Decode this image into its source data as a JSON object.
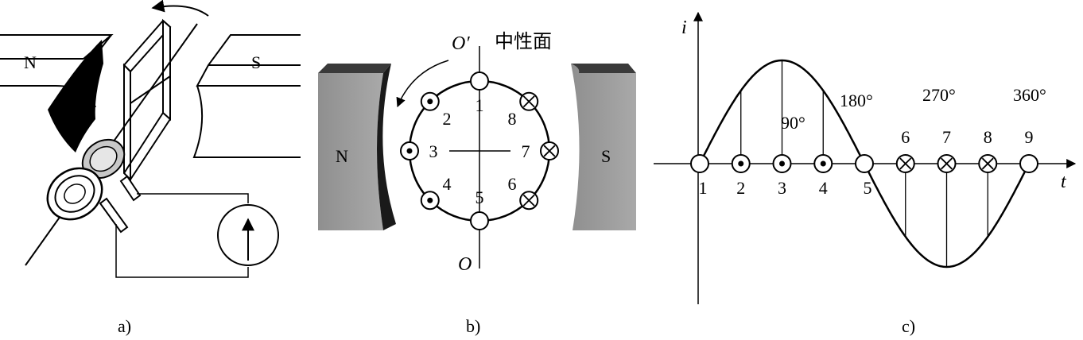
{
  "panel_a": {
    "caption": "a)",
    "pole_left": "N",
    "pole_right": "S"
  },
  "panel_b": {
    "caption": "b)",
    "axis_top": "O′",
    "axis_bottom": "O",
    "neutral_plane": "中性面",
    "pole_left": "N",
    "pole_right": "S",
    "positions": [
      {
        "label": "1",
        "mark": "none"
      },
      {
        "label": "2",
        "mark": "dot"
      },
      {
        "label": "3",
        "mark": "dot"
      },
      {
        "label": "4",
        "mark": "dot"
      },
      {
        "label": "5",
        "mark": "none"
      },
      {
        "label": "6",
        "mark": "cross"
      },
      {
        "label": "7",
        "mark": "cross"
      },
      {
        "label": "8",
        "mark": "cross"
      }
    ]
  },
  "panel_c": {
    "caption": "c)",
    "y_axis_label": "i",
    "x_axis_label": "t",
    "angle_labels": [
      "90°",
      "180°",
      "270°",
      "360°"
    ],
    "points": [
      {
        "label": "1",
        "mark": "none"
      },
      {
        "label": "2",
        "mark": "dot"
      },
      {
        "label": "3",
        "mark": "dot"
      },
      {
        "label": "4",
        "mark": "dot"
      },
      {
        "label": "5",
        "mark": "none"
      },
      {
        "label": "6",
        "mark": "cross"
      },
      {
        "label": "7",
        "mark": "cross"
      },
      {
        "label": "8",
        "mark": "cross"
      },
      {
        "label": "9",
        "mark": "none"
      }
    ]
  }
}
